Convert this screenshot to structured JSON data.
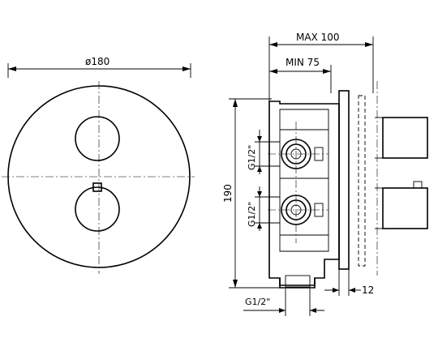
{
  "dimensions": {
    "front_diameter": "ø180",
    "max_depth": "MAX 100",
    "min_depth": "MIN 75",
    "height": "190",
    "thread_upper": "G1/2\"",
    "thread_lower": "G1/2\"",
    "thread_bottom": "G1/2\"",
    "plate_thickness": "12"
  }
}
